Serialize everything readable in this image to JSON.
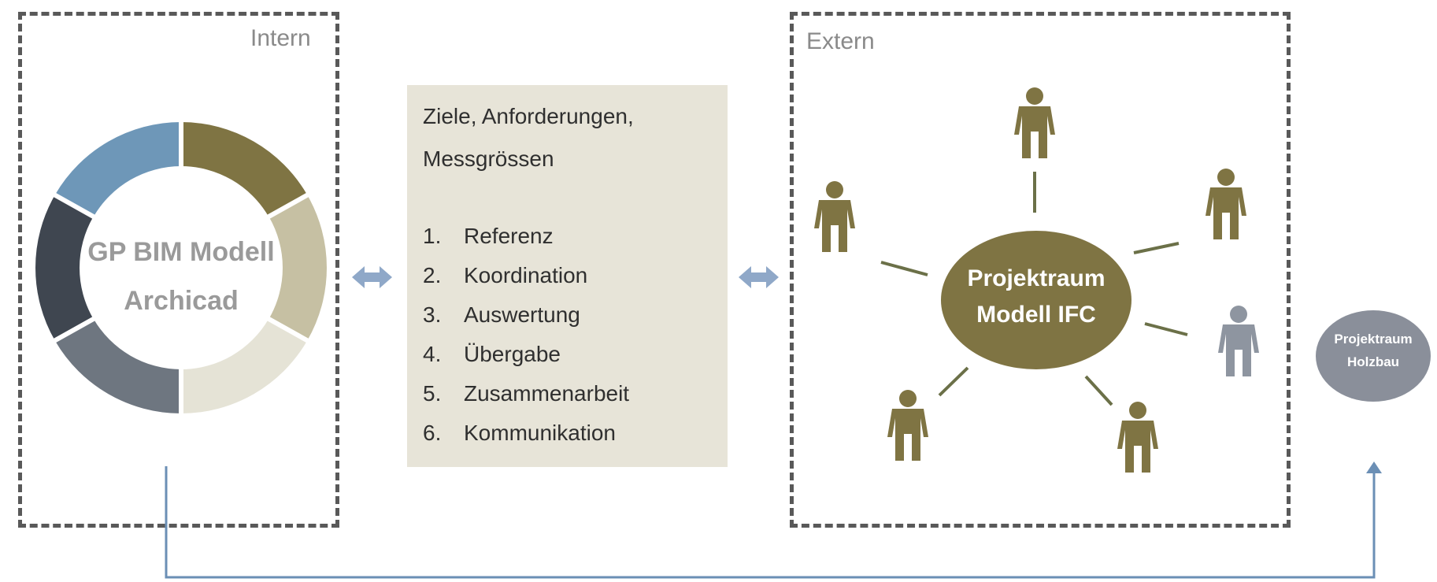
{
  "intern_panel": {
    "label": "Intern",
    "model_title": "GP BIM Modell",
    "model_subtitle": "Archicad"
  },
  "info_box": {
    "heading_line1": "Ziele, Anforderungen,",
    "heading_line2": "Messgrössen",
    "items": [
      {
        "num": "1.",
        "label": "Referenz"
      },
      {
        "num": "2.",
        "label": "Koordination"
      },
      {
        "num": "3.",
        "label": "Auswertung"
      },
      {
        "num": "4.",
        "label": "Übergabe"
      },
      {
        "num": "5.",
        "label": "Zusammenarbeit"
      },
      {
        "num": "6.",
        "label": "Kommunikation"
      }
    ]
  },
  "extern_panel": {
    "label": "Extern",
    "hub_line1": "Projektraum",
    "hub_line2": "Modell IFC"
  },
  "holzbau": {
    "line1": "Projektraum",
    "line2": "Holzbau"
  },
  "colors": {
    "olive": "#7f7443",
    "blue": "#6e97b8",
    "gray_person": "#8e95a0",
    "holzbau_gray": "#8a8f9a",
    "connector": "#6b8fb5"
  }
}
